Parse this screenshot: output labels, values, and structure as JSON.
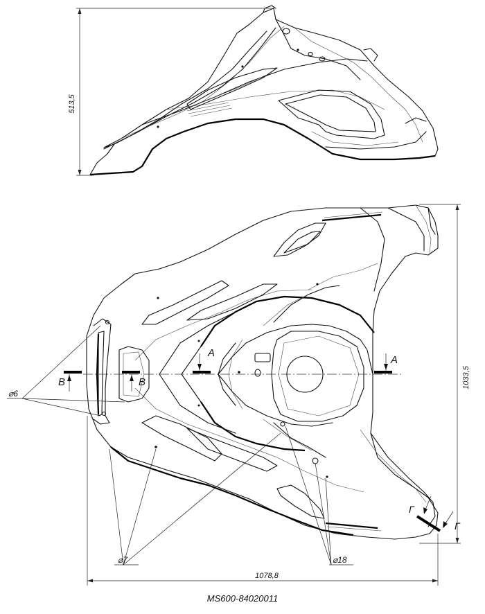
{
  "dimensions": {
    "height_top_view": "513,5",
    "height_plan_view": "1033,5",
    "width_plan_view": "1078,8"
  },
  "callouts": {
    "hole_d6": "⌀6",
    "hole_d7": "⌀7",
    "hole_d18": "⌀18"
  },
  "sections": {
    "a_left": "A",
    "a_right": "A",
    "b_left": "B",
    "b_right": "B",
    "g_left": "Г",
    "g_right": "Г"
  },
  "part_number": "MS600-84020011"
}
